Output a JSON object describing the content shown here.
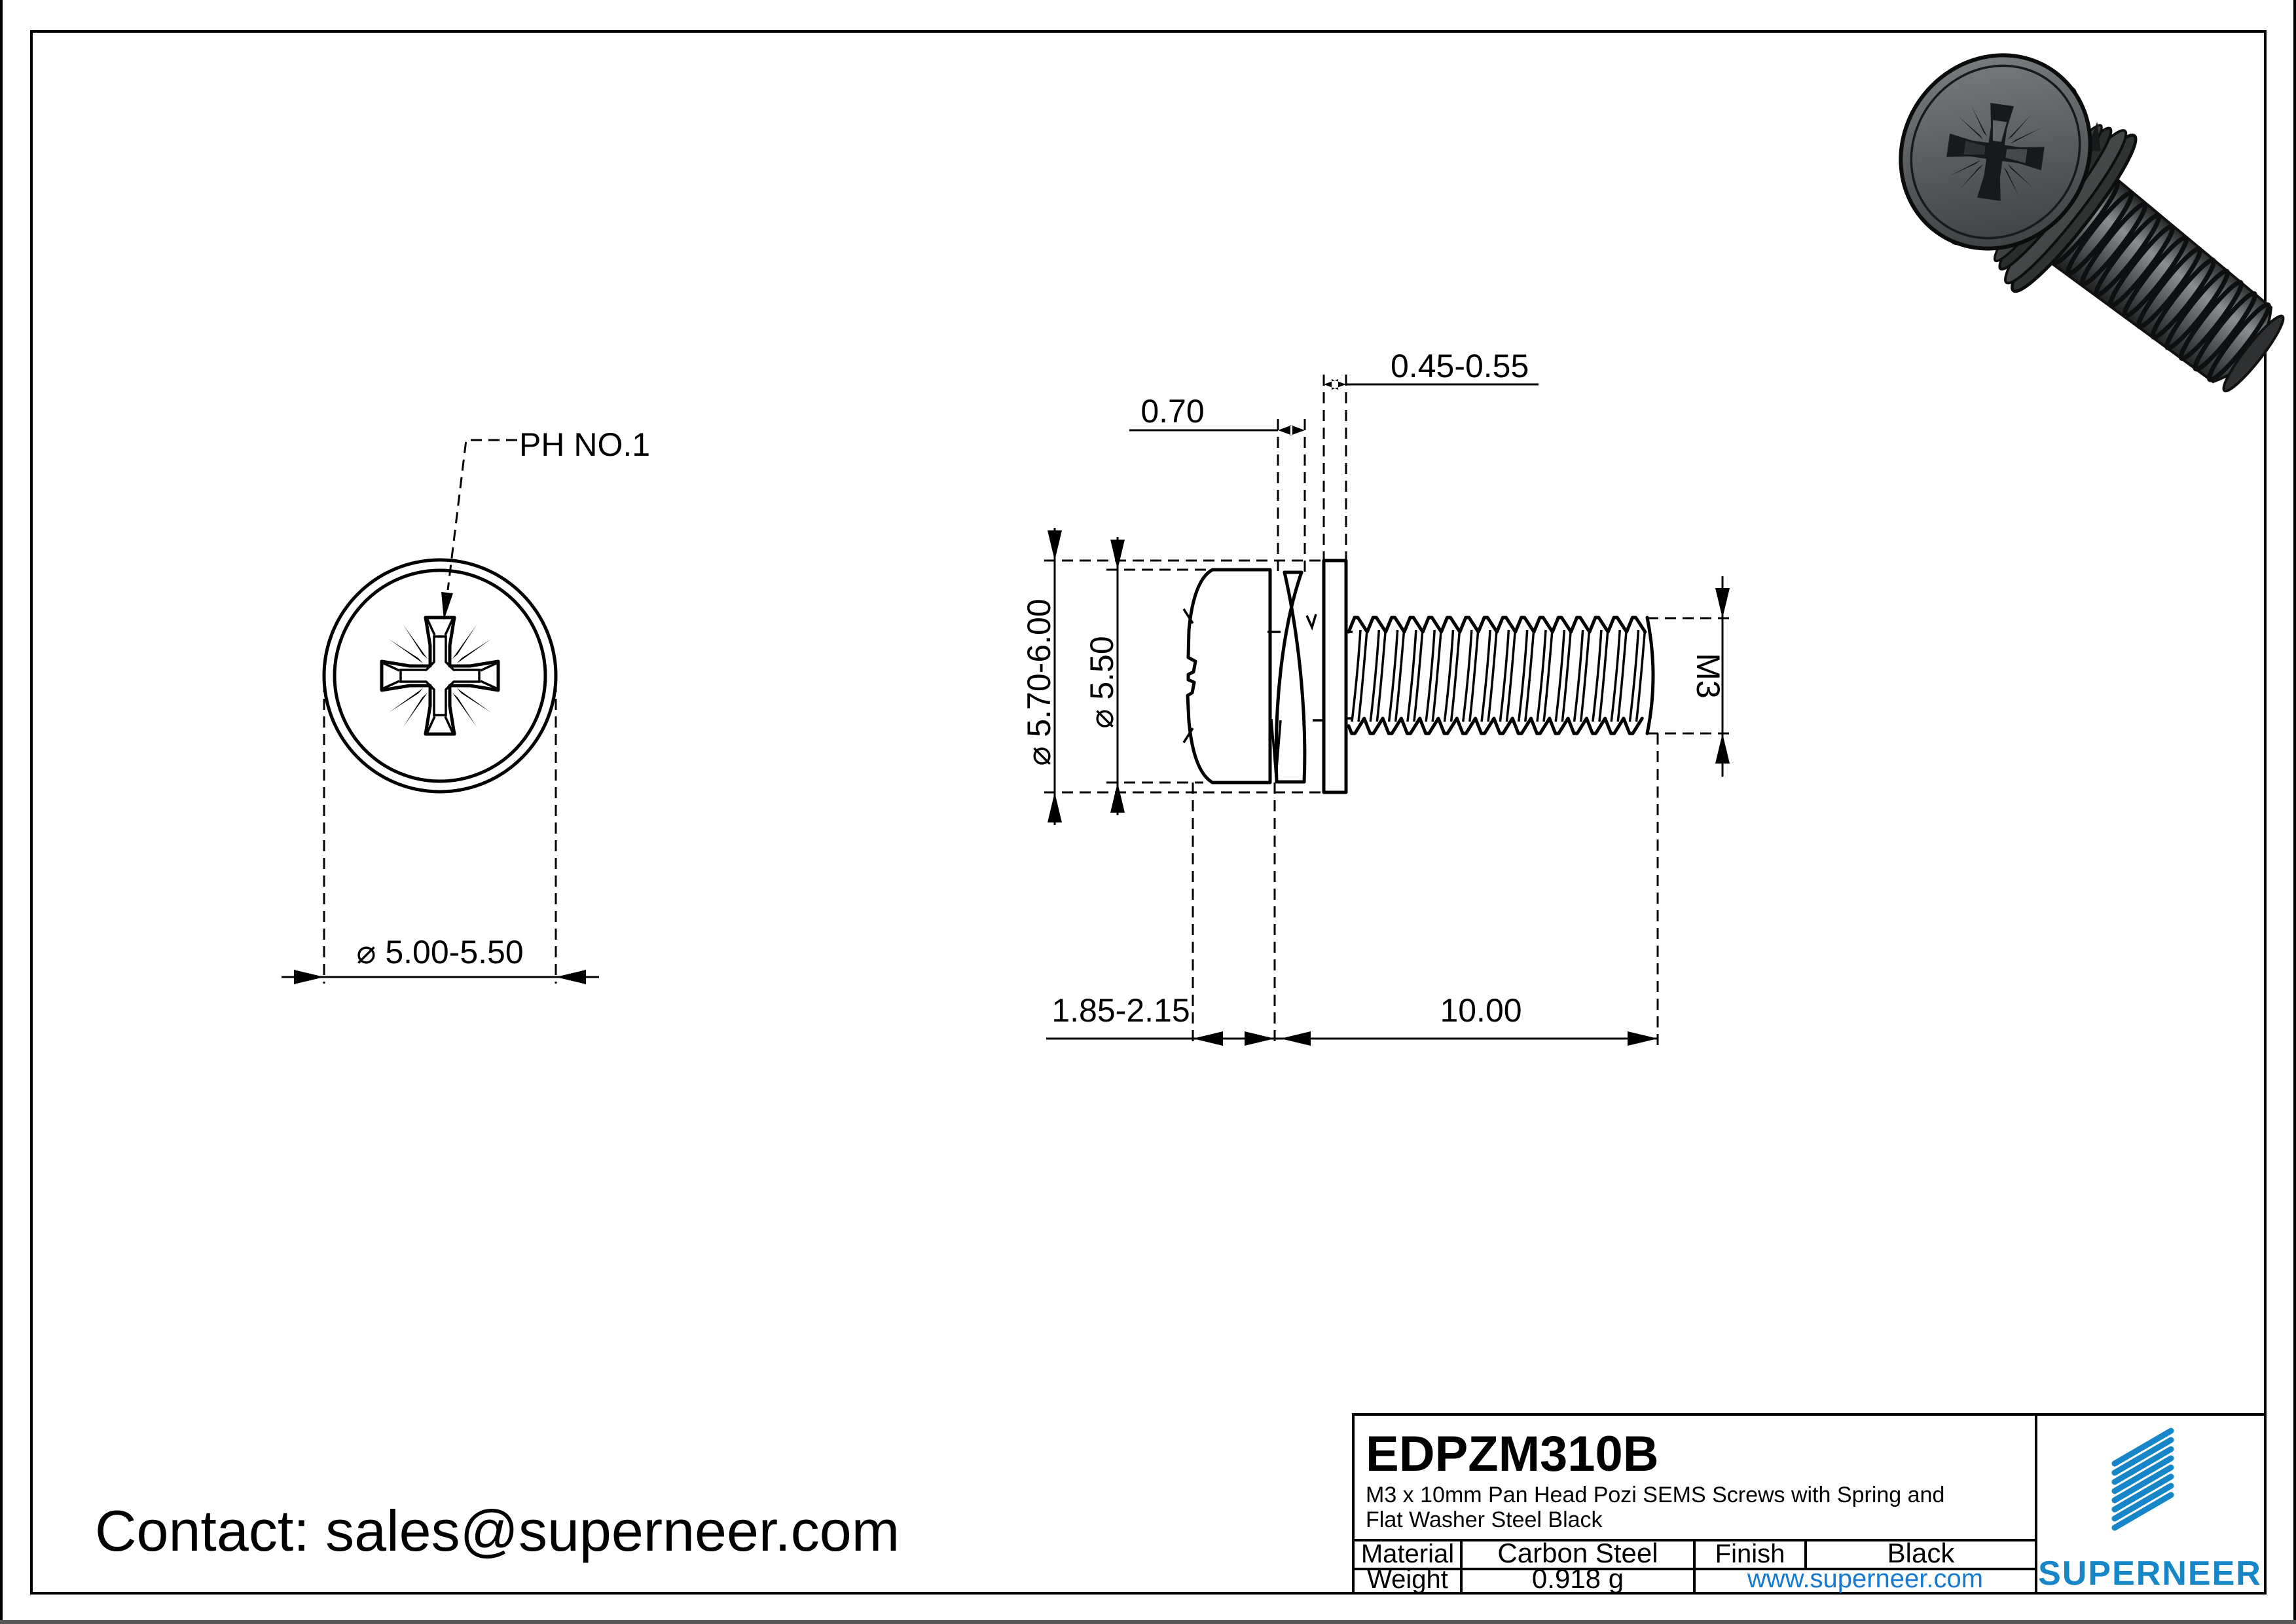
{
  "drawing": {
    "front_view": {
      "drive_label": "PH NO.1",
      "head_diameter": "⌀ 5.00-5.50"
    },
    "side_view": {
      "washer_od": "⌀ 5.70-6.00",
      "head_od": "⌀ 5.50",
      "spring_washer_thickness": "0.70",
      "flat_washer_thickness": "0.45-0.55",
      "head_height": "1.85-2.15",
      "thread_length": "10.00",
      "thread_spec": "M3"
    }
  },
  "contact": {
    "label": "Contact: sales@superneer.com"
  },
  "title_block": {
    "part_number": "EDPZM310B",
    "description_line1": "M3 x 10mm Pan Head Pozi SEMS Screws with Spring and",
    "description_line2": "Flat Washer Steel Black",
    "material_label": "Material",
    "material_value": "Carbon Steel",
    "finish_label": "Finish",
    "finish_value": "Black",
    "weight_label": "Weight",
    "weight_value": "0.918 g",
    "website": "www.superneer.com",
    "brand": "SUPERNEER"
  },
  "colors": {
    "brand_blue": "#1686c9",
    "link_blue": "#167ad0",
    "line_black": "#000000",
    "screw_dark": "#2c2f30",
    "screw_mid": "#4a4e50",
    "screw_light": "#7a7f81"
  }
}
